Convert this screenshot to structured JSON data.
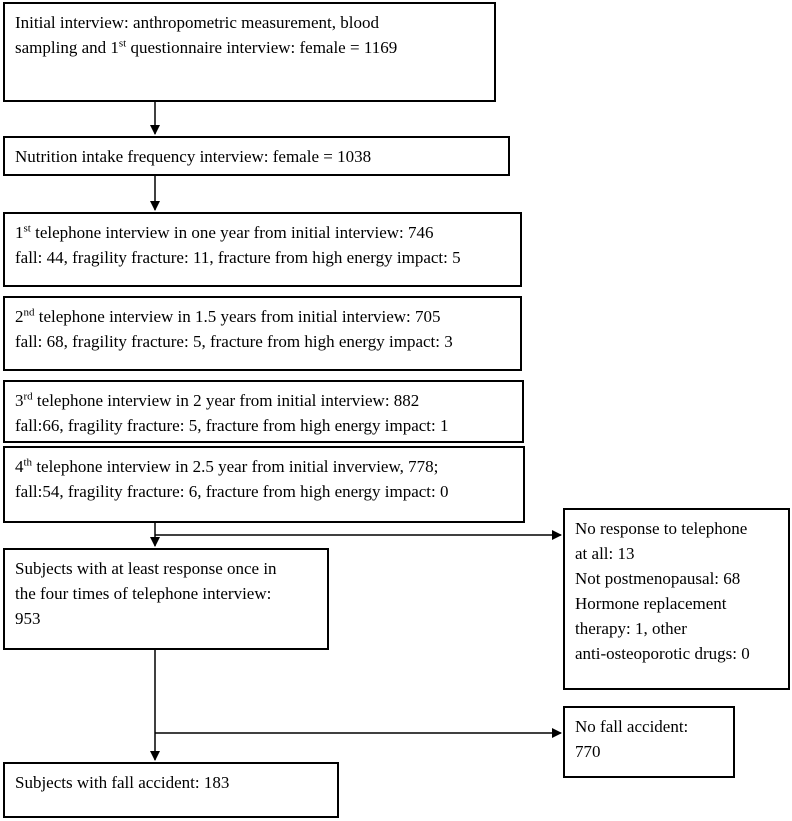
{
  "boxes": {
    "initial": {
      "line1": "Initial interview: anthropometric measurement, blood",
      "line2_pre": "sampling and 1",
      "line2_sup": "st",
      "line2_post": " questionnaire interview: female = 1169"
    },
    "nutrition": {
      "line1": "Nutrition intake frequency interview: female = 1038"
    },
    "tel1": {
      "num": "1",
      "sup": "st",
      "line1_post": " telephone interview in one year from initial interview: 746",
      "line2": "fall: 44, fragility fracture: 11, fracture from high energy impact: 5"
    },
    "tel2": {
      "num": "2",
      "sup": "nd",
      "line1_post": " telephone interview in 1.5 years from initial interview: 705",
      "line2": "fall: 68, fragility fracture: 5, fracture from high energy impact: 3"
    },
    "tel3": {
      "num": "3",
      "sup": "rd",
      "line1_post": " telephone interview in 2 year from initial interview: 882",
      "line2": "fall:66, fragility fracture: 5, fracture from high energy impact: 1"
    },
    "tel4": {
      "num": "4",
      "sup": "th",
      "line1_post": " telephone interview in 2.5 year from initial inverview, 778;",
      "line2": "fall:54, fragility fracture: 6, fracture from high energy impact: 0"
    },
    "responders": {
      "lines": [
        "Subjects with at least response once in",
        "the four times of telephone interview:",
        "953"
      ]
    },
    "fall": {
      "line1": "Subjects with fall accident: 183"
    }
  },
  "side_boxes": {
    "excluded": {
      "lines": [
        "No response to telephone",
        "at all: 13",
        "Not postmenopausal: 68",
        "Hormone replacement",
        "therapy: 1, other",
        "anti-osteoporotic drugs: 0"
      ]
    },
    "no_fall": {
      "lines": [
        "No fall accident:",
        "770"
      ]
    }
  }
}
